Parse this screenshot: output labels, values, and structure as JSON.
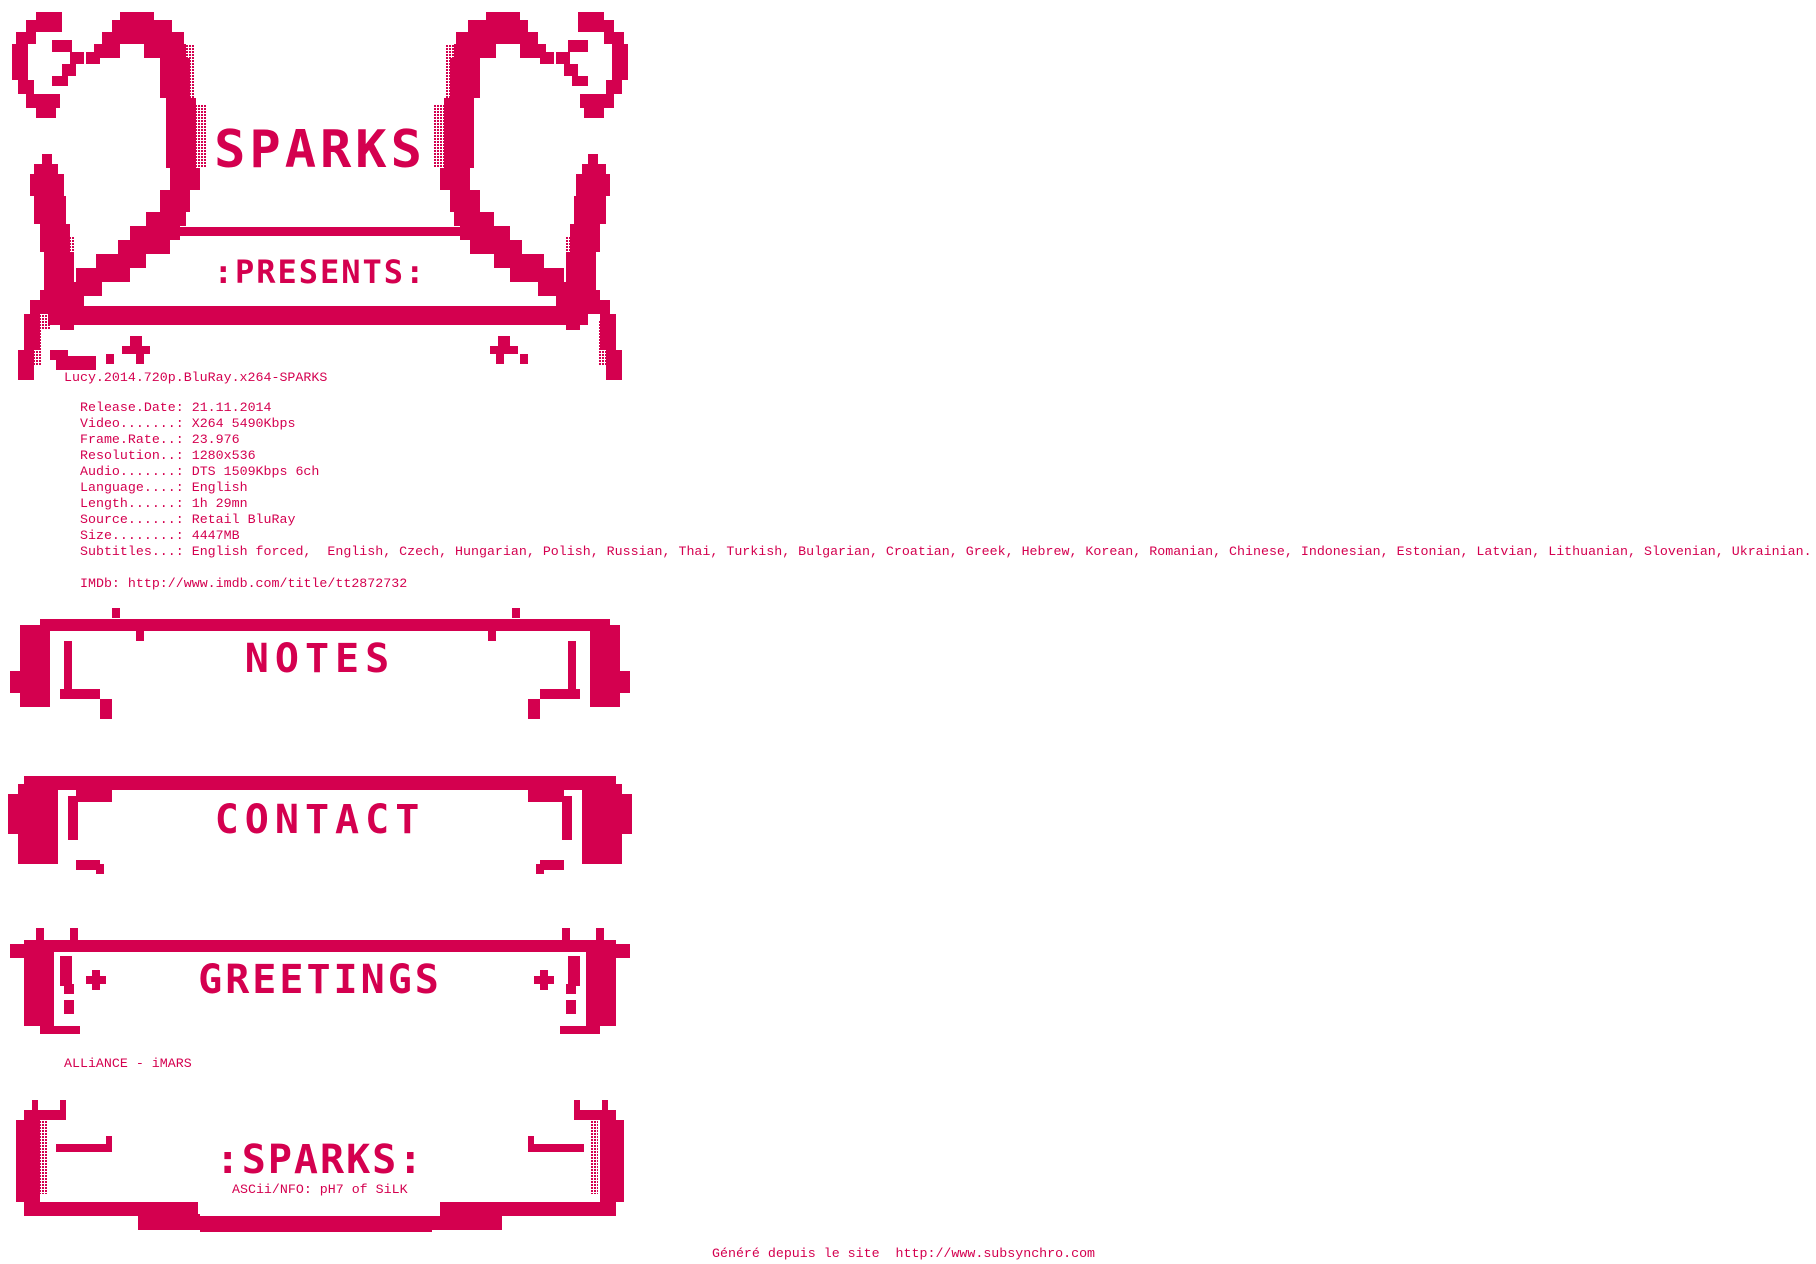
{
  "header_logo": {
    "word": "SPARKS",
    "subword": ":PRESENTS:"
  },
  "release_name": "Lucy.2014.720p.BluRay.x264-SPARKS",
  "info": [
    {
      "key": "Release.Date:",
      "value": "21.11.2014"
    },
    {
      "key": "Video.......:",
      "value": "X264 5490Kbps"
    },
    {
      "key": "Frame.Rate..:",
      "value": "23.976"
    },
    {
      "key": "Resolution..:",
      "value": "1280x536"
    },
    {
      "key": "Audio.......:",
      "value": "DTS 1509Kbps 6ch"
    },
    {
      "key": "Language....:",
      "value": "English"
    },
    {
      "key": "Length......:",
      "value": "1h 29mn"
    },
    {
      "key": "Source......:",
      "value": "Retail BluRay"
    },
    {
      "key": "Size........:",
      "value": "4447MB"
    },
    {
      "key": "Subtitles...:",
      "value": "English forced,  English, Czech, Hungarian, Polish, Russian, Thai, Turkish, Bulgarian, Croatian, Greek, Hebrew, Korean, Romanian, Chinese, Indonesian, Estonian, Latvian, Lithuanian, Slovenian, Ukrainian."
    }
  ],
  "imdb": {
    "label": "IMDb:",
    "url": "http://www.imdb.com/title/tt2872732"
  },
  "banners": {
    "notes": "notes",
    "contact": "contact",
    "greetings": "greetings"
  },
  "greetings_text": "ALLiANCE - iMARS",
  "footer_logo": {
    "word": ":SPARKS:",
    "credit": "ASCii/NFO: pH7 of SiLK"
  },
  "generated": {
    "label": "Généré depuis le site",
    "url": "http://www.subsynchro.com"
  },
  "colors": {
    "text": "#d4004f",
    "background": "#ffffff"
  }
}
